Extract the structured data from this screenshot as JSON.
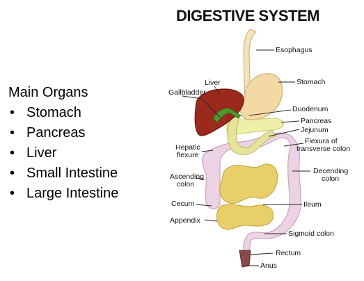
{
  "title": "DIGESTIVE SYSTEM",
  "main_organs": {
    "heading": "Main Organs",
    "items": [
      "Stomach",
      "Pancreas",
      "Liver",
      "Small Intestine",
      "Large Intestine"
    ]
  },
  "labels": {
    "esophagus": "Esophagus",
    "liver": "Liver",
    "gallbladder": "Gallbladder",
    "stomach": "Stomach",
    "duodenum": "Duodenum",
    "pancreas": "Pancreas",
    "jejunum": "Jejunum",
    "flexura_1": "Flexura of",
    "flexura_2": "transverse colon",
    "hepatic_1": "Hepatic",
    "hepatic_2": "flexure",
    "ascending_1": "Ascending",
    "ascending_2": "colon",
    "decending_1": "Decending",
    "decending_2": "colon",
    "cecum": "Cecum",
    "ileum": "Ileum",
    "appendix": "Appendix",
    "sigmoid": "Sigmoid colon",
    "rectum": "Rectum",
    "anus": "Anus"
  },
  "colors": {
    "liver": "#9b2a1c",
    "stomach": "#f3d9a3",
    "small_intestine": "#e8cf6a",
    "large_intestine": "#ecd3e3",
    "pancreas": "#eef0a8",
    "gallbladder": "#4b9a2c",
    "rectum": "#8a4a4a"
  }
}
